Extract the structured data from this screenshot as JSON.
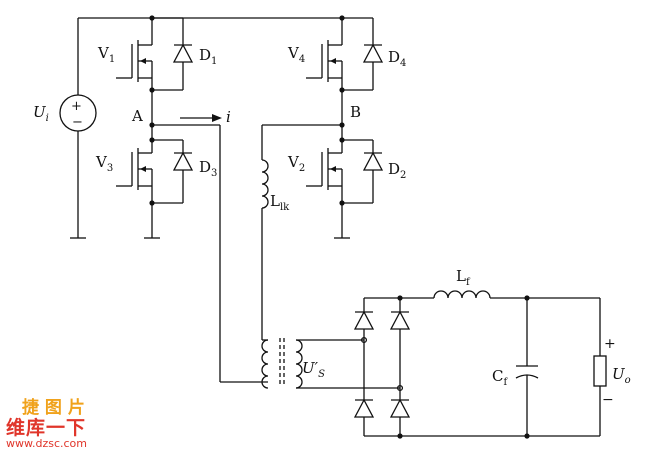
{
  "labels": {
    "source": "U",
    "source_sub": "i",
    "v1": "V",
    "v1_sub": "1",
    "v2": "V",
    "v2_sub": "2",
    "v3": "V",
    "v3_sub": "3",
    "v4": "V",
    "v4_sub": "4",
    "d1": "D",
    "d1_sub": "1",
    "d2": "D",
    "d2_sub": "2",
    "d3": "D",
    "d3_sub": "3",
    "d4": "D",
    "d4_sub": "4",
    "node_a": "A",
    "node_b": "B",
    "current": "i",
    "llk": "L",
    "llk_sub": "lk",
    "secondary": "U′",
    "secondary_sub": "S",
    "lf": "L",
    "lf_sub": "f",
    "cf": "C",
    "cf_sub": "f",
    "out": "U",
    "out_sub": "o",
    "plus": "+",
    "minus": "−",
    "src_plus": "+",
    "src_minus": "−"
  },
  "watermark": {
    "logo": "捷 图 片",
    "text": "维库一下",
    "url": "www.dzsc.com"
  }
}
